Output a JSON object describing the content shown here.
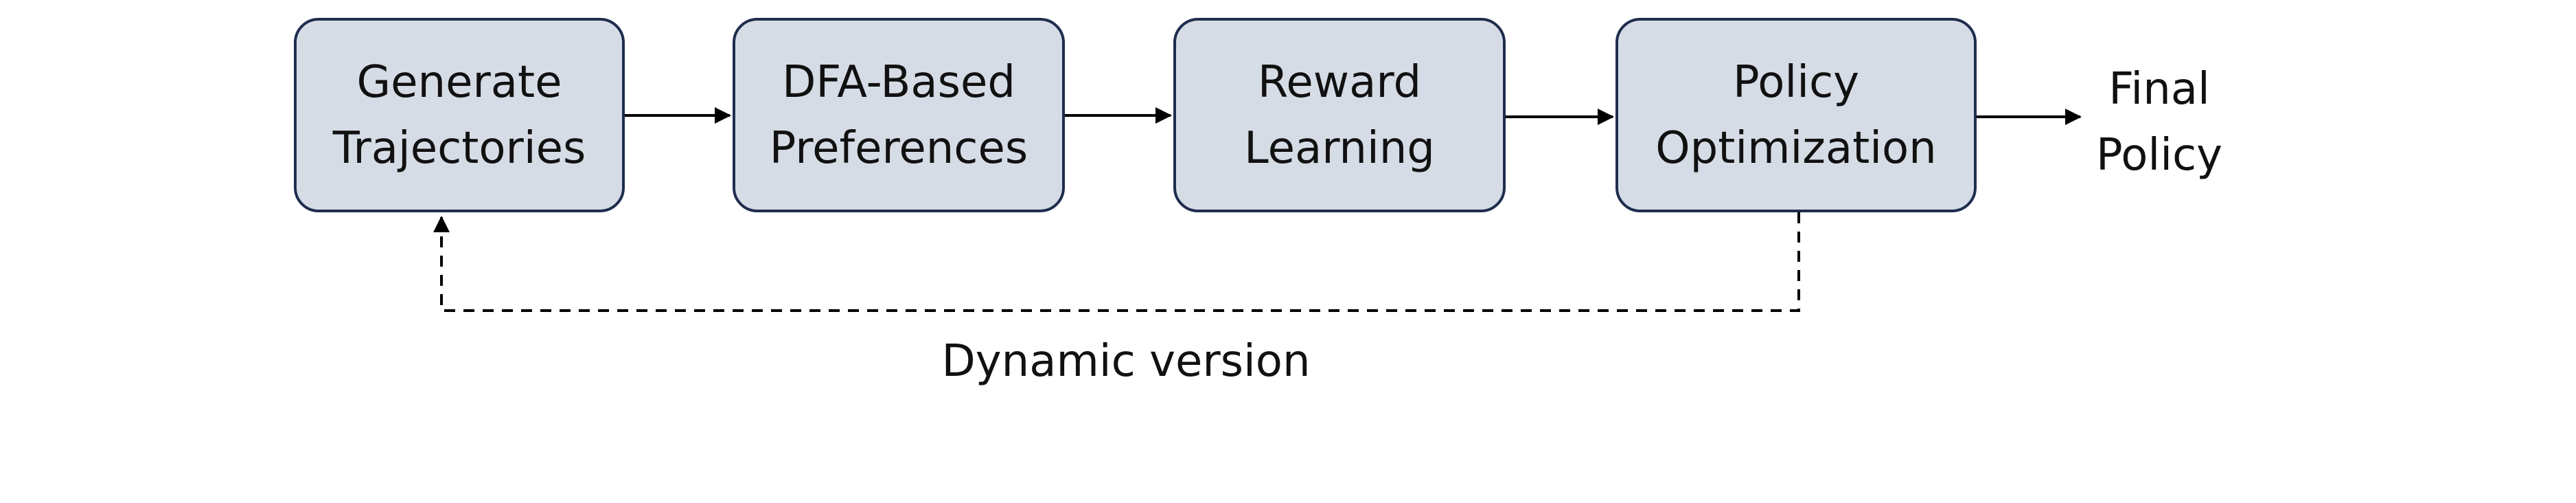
{
  "diagram": {
    "colors": {
      "box_fill": "#d6dce5",
      "box_border": "#1f2d4e",
      "line": "#000000",
      "text": "#111111"
    },
    "nodes": {
      "generate": "Generate\nTrajectories",
      "dfa": "DFA-Based\nPreferences",
      "reward": "Reward\nLearning",
      "policy": "Policy\nOptimization"
    },
    "output_label": "Final\nPolicy",
    "feedback_label": "Dynamic version",
    "edges": [
      {
        "from": "generate",
        "to": "dfa",
        "style": "solid"
      },
      {
        "from": "dfa",
        "to": "reward",
        "style": "solid"
      },
      {
        "from": "reward",
        "to": "policy",
        "style": "solid"
      },
      {
        "from": "policy",
        "to": "output",
        "style": "solid"
      },
      {
        "from": "policy",
        "to": "generate",
        "style": "dashed"
      }
    ]
  }
}
